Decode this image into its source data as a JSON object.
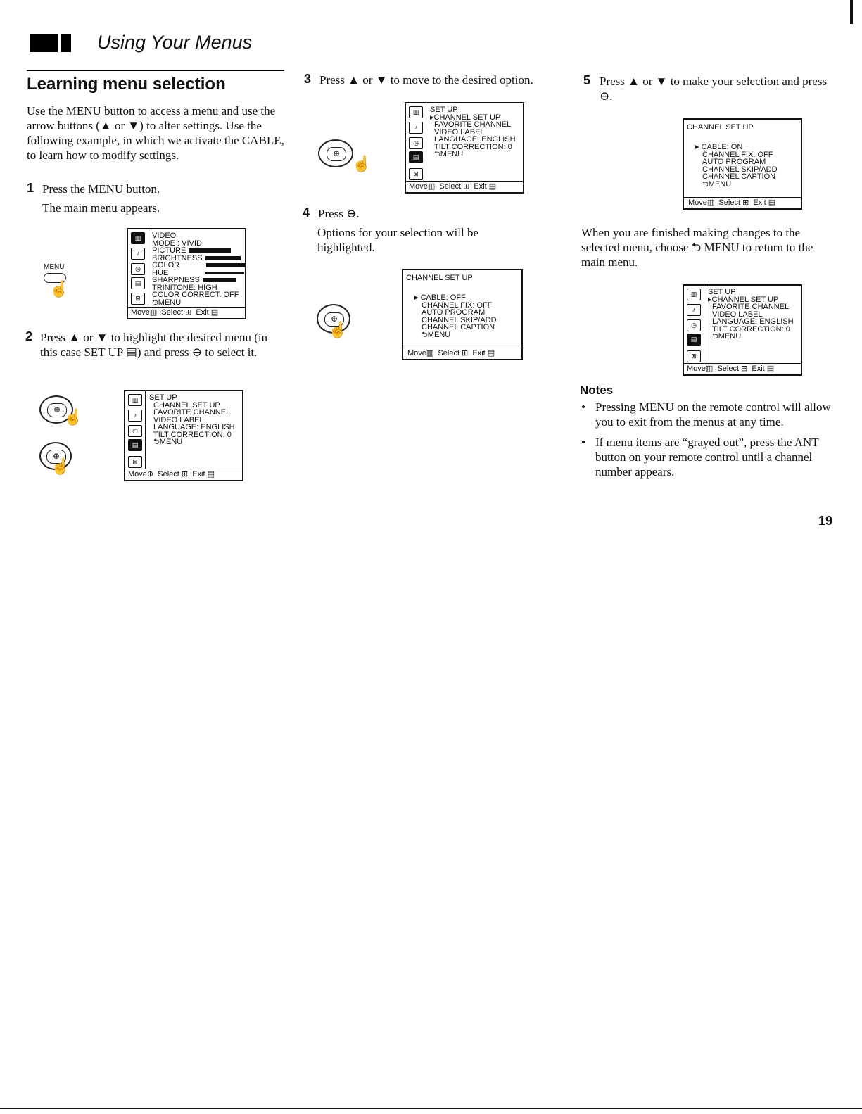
{
  "header": {
    "title": "Using Your Menus"
  },
  "section": {
    "title": "Learning menu selection",
    "intro": "Use the MENU button to access a menu and use the arrow buttons (▲ or ▼) to alter settings. Use the following example, in which we activate the CABLE, to learn how to modify settings."
  },
  "steps": {
    "s1": {
      "num": "1",
      "text": "Press the MENU button.",
      "sub": "The main menu appears.",
      "button_label": "MENU"
    },
    "s2": {
      "num": "2",
      "text": "Press ▲ or ▼ to highlight the desired menu (in this case SET UP ▤) and press ⊖ to select it."
    },
    "s3": {
      "num": "3",
      "text": "Press ▲ or ▼ to move to the desired option."
    },
    "s4": {
      "num": "4",
      "text": "Press ⊖.",
      "sub": "Options for your selection will be highlighted."
    },
    "s5": {
      "num": "5",
      "text": "Press ▲ or ▼ to make your selection and press ⊖."
    }
  },
  "after_text": "When you are finished making changes to the selected menu, choose ⮌ MENU to return to the main menu.",
  "notes": {
    "title": "Notes",
    "items": [
      "Pressing MENU on the remote control will allow you to exit from the menus at any time.",
      "If menu items are “grayed out”, press the ANT button on your remote control until a channel number appears."
    ]
  },
  "page_number": "19",
  "menu_footer": {
    "move": "Move",
    "select": "Select",
    "exit": "Exit"
  },
  "menus": {
    "main": {
      "lines": [
        "VIDEO",
        "MODE : VIVID",
        "PICTURE",
        "BRIGHTNESS",
        "COLOR",
        "HUE",
        "SHARPNESS",
        "TRINITONE: HIGH",
        "COLOR CORRECT: OFF",
        "⮌MENU"
      ]
    },
    "setup_a": {
      "lines": [
        "SET UP",
        "CHANNEL SET UP",
        "FAVORITE CHANNEL",
        "VIDEO LABEL",
        "LANGUAGE: ENGLISH",
        "TILT CORRECTION:  0",
        "⮌MENU"
      ]
    },
    "setup_b": {
      "lines": [
        "SET UP",
        "▸CHANNEL SET UP",
        "FAVORITE CHANNEL",
        "VIDEO LABEL",
        "LANGUAGE: ENGLISH",
        "TILT CORRECTION:  0",
        "⮌MENU"
      ]
    },
    "chan_off": {
      "title": "CHANNEL SET UP",
      "lines": [
        "▸ CABLE: OFF",
        "CHANNEL FIX: OFF",
        "AUTO PROGRAM",
        "CHANNEL SKIP/ADD",
        "CHANNEL CAPTION",
        "⮌MENU"
      ]
    },
    "chan_on": {
      "title": "CHANNEL SET UP",
      "lines": [
        "▸ CABLE: ON",
        "CHANNEL FIX: OFF",
        "AUTO PROGRAM",
        "CHANNEL SKIP/ADD",
        "CHANNEL CAPTION",
        "⮌MENU"
      ]
    },
    "setup_c": {
      "lines": [
        "SET UP",
        "▸CHANNEL SET UP",
        "FAVORITE CHANNEL",
        "VIDEO LABEL",
        "LANGUAGE: ENGLISH",
        "TILT CORRECTION:  0",
        "⮌MENU"
      ]
    }
  },
  "icons": {
    "video": "▥",
    "audio": "♪",
    "timer": "◷",
    "setup": "▤",
    "caption": "⊠"
  }
}
